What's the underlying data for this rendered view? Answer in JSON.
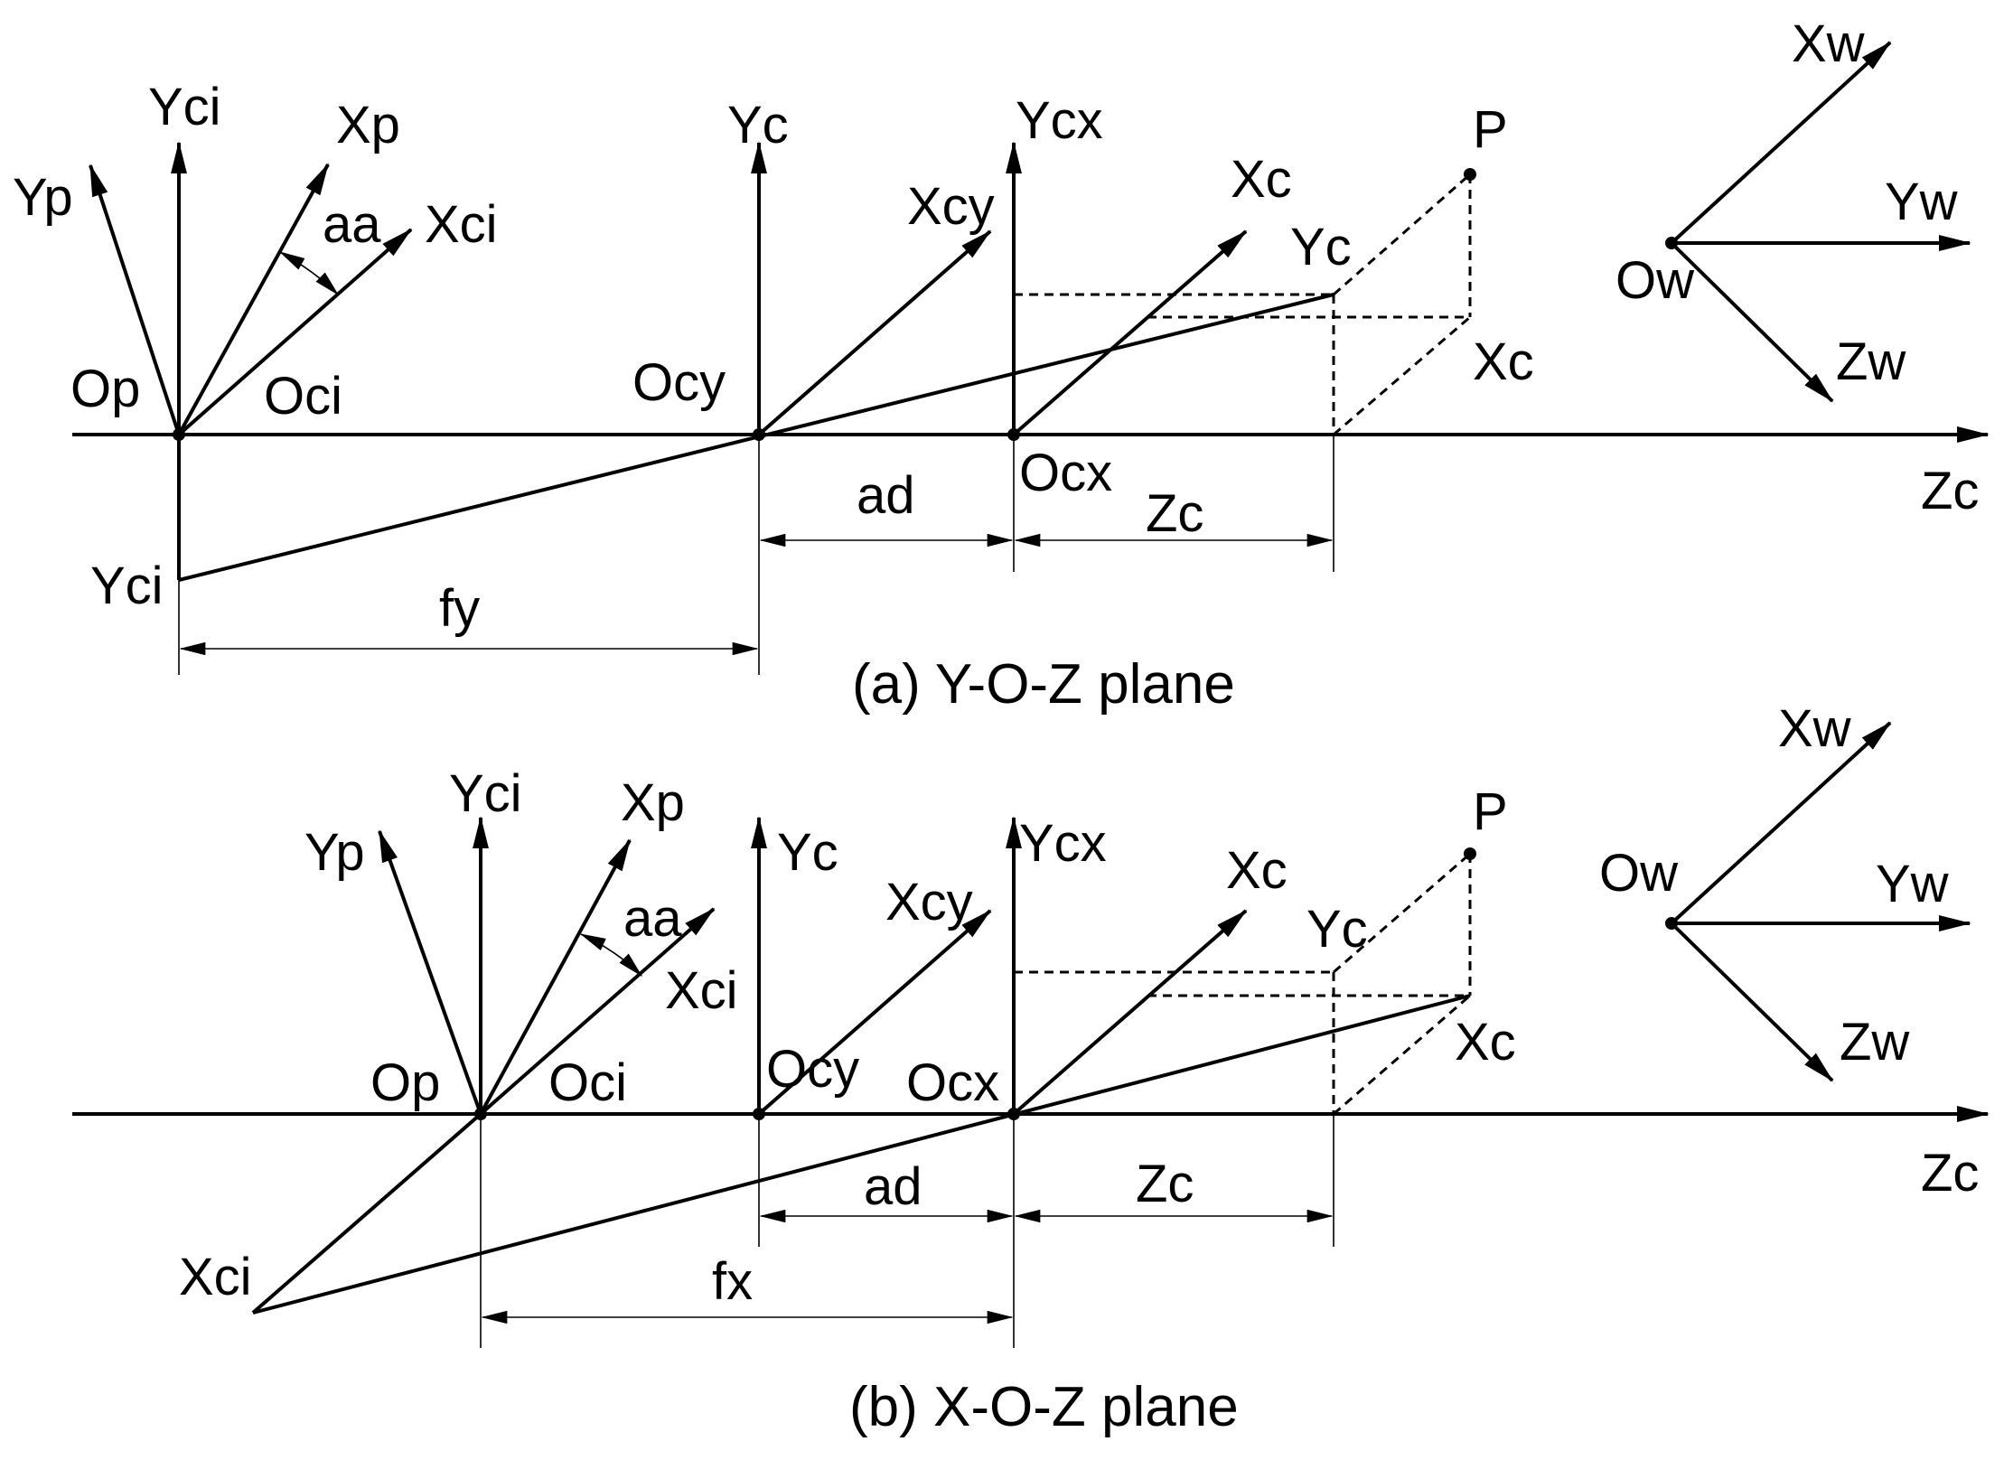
{
  "panel_a": {
    "caption": "(a) Y-O-Z plane",
    "labels": {
      "yp": "Yp",
      "yci_axis": "Yci",
      "xp": "Xp",
      "aa": "aa",
      "xci_axis": "Xci",
      "op": "Op",
      "oci": "Oci",
      "yc_axis": "Yc",
      "xcy": "Xcy",
      "ocy": "Ocy",
      "ycx": "Ycx",
      "xc_axis": "Xc",
      "p": "P",
      "yc_point": "Yc",
      "xc_point": "Xc",
      "ad": "ad",
      "ocx": "Ocx",
      "zc_dim": "Zc",
      "zc_axis": "Zc",
      "yci_point": "Yci",
      "f": "fy",
      "xw": "Xw",
      "yw": "Yw",
      "ow": "Ow",
      "zw": "Zw"
    }
  },
  "panel_b": {
    "caption": "(b) X-O-Z plane",
    "labels": {
      "yp": "Yp",
      "yci_axis": "Yci",
      "xp": "Xp",
      "aa": "aa",
      "xci_axis": "Xci",
      "op": "Op",
      "oci": "Oci",
      "yc_axis": "Yc",
      "xcy": "Xcy",
      "ocy": "Ocy",
      "ycx": "Ycx",
      "xc_axis": "Xc",
      "p": "P",
      "yc_point": "Yc",
      "xc_point": "Xc",
      "ad": "ad",
      "ocx": "Ocx",
      "zc_dim": "Zc",
      "zc_axis": "Zc",
      "xci_point": "Xci",
      "f": "fx",
      "xw": "Xw",
      "yw": "Yw",
      "ow": "Ow",
      "zw": "Zw"
    }
  }
}
